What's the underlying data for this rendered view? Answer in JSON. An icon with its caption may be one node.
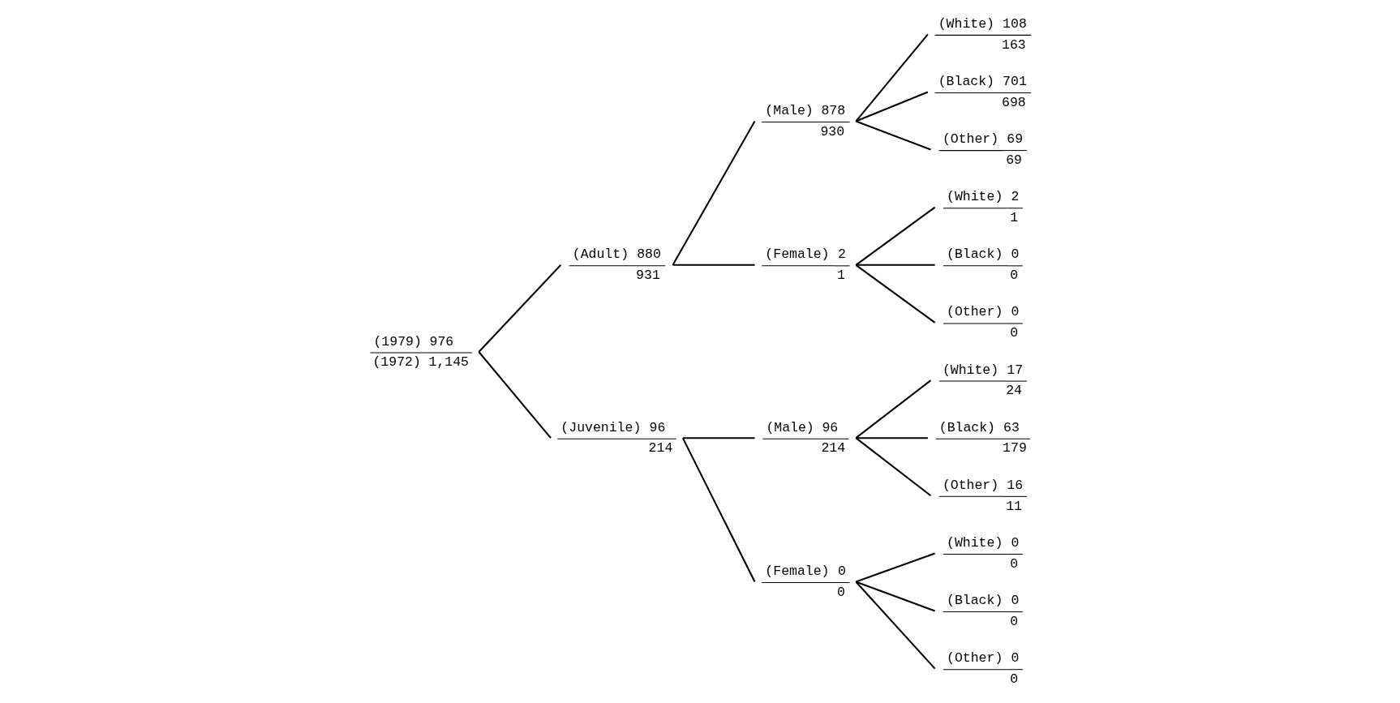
{
  "diagram": {
    "nodes": [
      {
        "text": [
          "(1979)",
          "976",
          "(1972)",
          "1,145"
        ]
      },
      {
        "text": [
          "(Adult)",
          "880",
          "931"
        ]
      },
      {
        "text": [
          "(Male)",
          "878",
          "930"
        ]
      },
      {
        "text": [
          "(White)",
          "108",
          "163"
        ]
      },
      {
        "text": [
          "(Black)",
          "701",
          "698"
        ]
      },
      {
        "text": [
          "(Other)",
          "69",
          "69"
        ]
      },
      {
        "text": [
          "(Female)",
          "2",
          "1"
        ]
      },
      {
        "text": [
          "(White)",
          "2",
          "1"
        ]
      },
      {
        "text": [
          "(Black)",
          "0",
          "0"
        ]
      },
      {
        "text": [
          "(Other)",
          "0",
          "0"
        ]
      },
      {
        "text": [
          "(Juvenile)",
          "96",
          "214"
        ]
      },
      {
        "text": [
          "(Male)",
          "96",
          "214"
        ]
      },
      {
        "text": [
          "(White)",
          "17",
          "24"
        ]
      },
      {
        "text": [
          "(Black)",
          "63",
          "179"
        ]
      },
      {
        "text": [
          "(Other)",
          "16",
          "11"
        ]
      },
      {
        "text": [
          "(Female)",
          "0",
          "0"
        ]
      },
      {
        "text": [
          "(White)",
          "0",
          "0"
        ]
      },
      {
        "text": [
          "(Black)",
          "0",
          "0"
        ]
      },
      {
        "text": [
          "(Other)",
          "0",
          "0"
        ]
      }
    ],
    "edges": [
      {
        "from": 0,
        "to": 1,
        "arrow": "none"
      },
      {
        "from": 0,
        "to": 10,
        "arrow": "none"
      },
      {
        "from": 1,
        "to": 2,
        "arrow": "none"
      },
      {
        "from": 1,
        "to": 6,
        "arrow": "none"
      },
      {
        "from": 2,
        "to": 3,
        "arrow": "none"
      },
      {
        "from": 2,
        "to": 4,
        "arrow": "none"
      },
      {
        "from": 2,
        "to": 5,
        "arrow": "none"
      },
      {
        "from": 6,
        "to": 7,
        "arrow": "none"
      },
      {
        "from": 6,
        "to": 8,
        "arrow": "none"
      },
      {
        "from": 6,
        "to": 9,
        "arrow": "none"
      },
      {
        "from": 10,
        "to": 11,
        "arrow": "none"
      },
      {
        "from": 10,
        "to": 15,
        "arrow": "none"
      },
      {
        "from": 11,
        "to": 12,
        "arrow": "none"
      },
      {
        "from": 11,
        "to": 13,
        "arrow": "none"
      },
      {
        "from": 11,
        "to": 14,
        "arrow": "none"
      },
      {
        "from": 15,
        "to": 16,
        "arrow": "none"
      },
      {
        "from": 15,
        "to": 17,
        "arrow": "none"
      },
      {
        "from": 15,
        "to": 18,
        "arrow": "none"
      }
    ]
  }
}
